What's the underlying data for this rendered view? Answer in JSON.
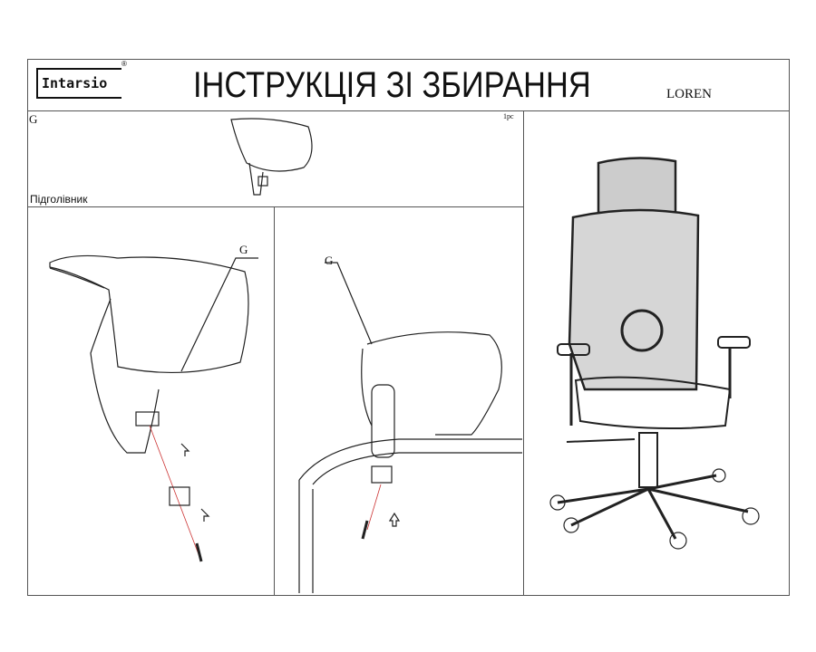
{
  "header": {
    "brand": "Intarsio",
    "title": "ІНСТРУКЦІЯ ЗІ ЗБИРАННЯ",
    "model": "LOREN"
  },
  "part": {
    "letter": "G",
    "quantity": "1pc",
    "name": "Підголівник"
  },
  "step1": {
    "label": "G"
  },
  "step2": {
    "label": "G"
  }
}
